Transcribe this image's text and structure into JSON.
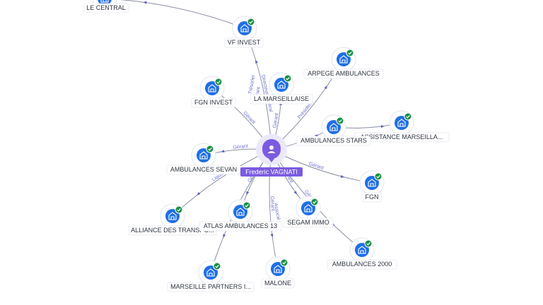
{
  "center": {
    "name": "Frederic VAGNATI"
  },
  "colors": {
    "company": "#1f6fe5",
    "verified": "#1a8f44",
    "person": "#7b5be0",
    "edge_label": "#6b6fd1"
  },
  "icons": {
    "company": "building-icon",
    "verified": "check-badge-icon",
    "person": "person-icon"
  },
  "nodes": [
    {
      "name": "LE CENTRAL",
      "relation": ""
    },
    {
      "name": "VF INVEST",
      "relation": "Directeur général"
    },
    {
      "name": "ARPEGE AMBULANCES",
      "relation": "Président"
    },
    {
      "name": "LA MARSEILLAISE",
      "relation": "Gérant"
    },
    {
      "name": "FGN INVEST",
      "relation": "Gérant"
    },
    {
      "name": "ASSISTANCE MARSEILLA...",
      "relation": ""
    },
    {
      "name": "AMBULANCES STARS",
      "relation": ""
    },
    {
      "name": "AMBULANCES SEVAN",
      "relation": "Gérant"
    },
    {
      "name": "FGN",
      "relation": "Gérant"
    },
    {
      "name": "ALLIANCE DES TRANSPO...",
      "relation": "Liquidateur"
    },
    {
      "name": "ATLAS AMBULANCES 13",
      "relation": "Gérant"
    },
    {
      "name": "SEGAM IMMO",
      "relation": "Gérant"
    },
    {
      "name": "AMBULANCES 2000",
      "relation": "Gérant"
    },
    {
      "name": "MARSEILLE PARTNERS I...",
      "relation": ""
    },
    {
      "name": "MALONE",
      "relation": "Gérant"
    }
  ],
  "extra_edge_labels": [
    "Gérant",
    "Trésorier",
    "Associé"
  ]
}
